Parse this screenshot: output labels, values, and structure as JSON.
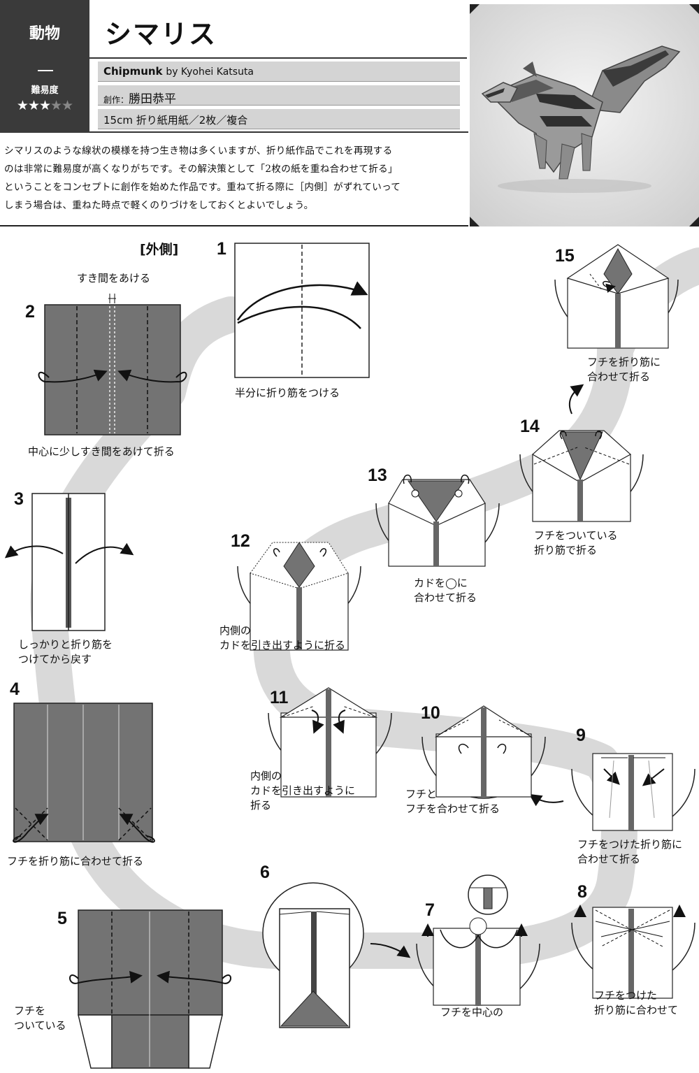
{
  "header": {
    "category": "動物",
    "difficulty_label": "難易度",
    "stars_on": "★★★",
    "stars_off": "★★",
    "title_jp": "シマリス",
    "title_en": "Chipmunk",
    "by_author": "by Kyohei Katsuta",
    "creator_label": "創作：",
    "creator_name": "勝田恭平",
    "paper_info": "15cm 折り紙用紙／2枚／複合"
  },
  "description": [
    "シマリスのような線状の模様を持つ生き物は多くいますが、折り紙作品でこれを再現する",
    "のは非常に難易度が高くなりがちです。その解決策として「2枚の紙を重ね合わせて折る」",
    "ということをコンセプトに創作を始めた作品です。重ねて折る際に［内側］がずれていって",
    "しまう場合は、重ねた時点で軽くのりづけをしておくとよいでしょう。"
  ],
  "section_label": "[外側]",
  "steps": {
    "s1": {
      "num": "1",
      "caption": "半分に折り筋をつける"
    },
    "s2": {
      "num": "2",
      "top_note": "すき間をあける",
      "caption": "中心に少しすき間をあけて折る"
    },
    "s3": {
      "num": "3",
      "caption_1": "しっかりと折り筋を",
      "caption_2": "つけてから戻す"
    },
    "s4": {
      "num": "4",
      "caption": "フチを折り筋に合わせて折る"
    },
    "s5": {
      "num": "5",
      "caption_1": "フチを",
      "caption_2": "ついている"
    },
    "s6": {
      "num": "6"
    },
    "s7": {
      "num": "7",
      "caption": "フチを中心の"
    },
    "s8": {
      "num": "8",
      "caption_1": "フチをつけた",
      "caption_2": "折り筋に合わせて"
    },
    "s9": {
      "num": "9",
      "caption_1": "フチをつけた折り筋に",
      "caption_2": "合わせて折る"
    },
    "s10": {
      "num": "10",
      "caption_1": "フチと",
      "caption_2": "フチを合わせて折る"
    },
    "s11": {
      "num": "11",
      "caption_1": "内側の",
      "caption_2": "カドを引き出すように",
      "caption_3": "折る"
    },
    "s12": {
      "num": "12",
      "caption_1": "内側の",
      "caption_2": "カドを引き出すように折る"
    },
    "s13": {
      "num": "13",
      "caption_1": "カドを◯に",
      "caption_2": "合わせて折る"
    },
    "s14": {
      "num": "14",
      "caption_1": "フチをついている",
      "caption_2": "折り筋で折る"
    },
    "s15": {
      "num": "15",
      "caption_1": "フチを折り筋に",
      "caption_2": "合わせて折る"
    }
  },
  "colors": {
    "paper_dark": "#737373",
    "path_gray": "#d9d9d9",
    "header_dark": "#3a3a3a",
    "band": "#d4d4d4"
  }
}
